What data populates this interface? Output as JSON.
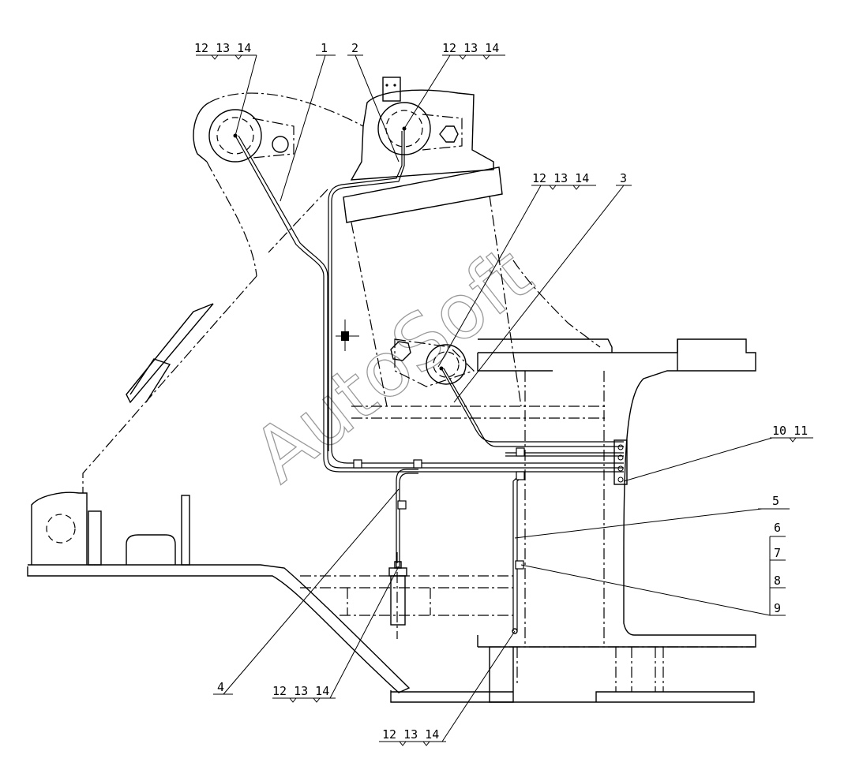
{
  "watermark": "AutoSoft",
  "callouts": {
    "c1": "1",
    "c2": "2",
    "c3": "3",
    "c4": "4",
    "c5": "5",
    "c6": "6",
    "c7": "7",
    "c8": "8",
    "c9": "9",
    "c10_11": "10  11",
    "grp_top_left": "12  13  14",
    "grp_top_mid": "12  13  14",
    "grp_mid": "12  13  14",
    "grp_bottom_left": "12  13  14",
    "grp_bottom": "12  13  14"
  }
}
